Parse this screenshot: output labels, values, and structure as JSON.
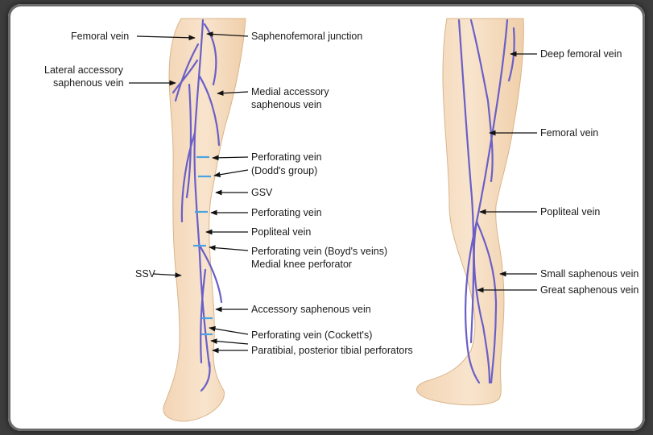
{
  "left_figure": {
    "labels": {
      "femoral_vein": "Femoral vein",
      "lateral_accessory_1": "Lateral accessory",
      "lateral_accessory_2": "saphenous vein",
      "ssv": "SSV",
      "saphenofemoral_junction": "Saphenofemoral junction",
      "medial_accessory_1": "Medial accessory",
      "medial_accessory_2": "saphenous vein",
      "perforating_dodd_1": "Perforating vein",
      "perforating_dodd_2": "(Dodd's group)",
      "gsv": "GSV",
      "perforating_vein": "Perforating vein",
      "popliteal_vein": "Popliteal vein",
      "perforating_boyd": "Perforating vein (Boyd's veins)",
      "medial_knee_perforator": "Medial knee perforator",
      "accessory_saphenous": "Accessory saphenous vein",
      "perforating_cockett": "Perforating vein (Cockett's)",
      "paratibial": "Paratibial, posterior tibial perforators"
    }
  },
  "right_figure": {
    "labels": {
      "deep_femoral_vein": "Deep femoral vein",
      "femoral_vein": "Femoral vein",
      "popliteal_vein": "Popliteal vein",
      "small_saphenous_vein": "Small saphenous vein",
      "great_saphenous_vein": "Great saphenous vein"
    }
  },
  "colors": {
    "skin": "#f6dfc4",
    "skin_outline": "#d9b48a",
    "vein": "#6a5fc7",
    "perforator": "#4aa3e0",
    "frame": "#3d3d3d"
  }
}
